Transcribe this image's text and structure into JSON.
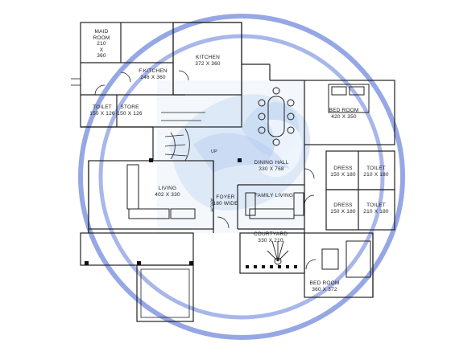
{
  "watermark": {
    "color": "#3f5fd0",
    "fill": "#cfe0f5"
  },
  "rooms": {
    "maid_room": {
      "name": "MAID",
      "name2": "ROOM",
      "dim1": "210",
      "dim2": "X",
      "dim3": "360"
    },
    "work_kitchen": {
      "name": "F.KITCHEN",
      "dims": "246 X 360"
    },
    "kitchen": {
      "name": "KITCHEN",
      "dims": "372 X 360"
    },
    "toilet_1": {
      "name": "TOILET",
      "dims": "150 X 126"
    },
    "store": {
      "name": "STORE",
      "dims": "150 X 126"
    },
    "bedroom_1": {
      "name": "BED ROOM",
      "dims": "420 X 350"
    },
    "dining_hall": {
      "name": "DINING HALL",
      "dims": "330 X 768"
    },
    "dress_1": {
      "name": "DRESS",
      "dims": "150 X 180"
    },
    "toilet_2": {
      "name": "TOILET",
      "dims": "210 X 180"
    },
    "living": {
      "name": "LIVING",
      "dims": "402 X 330"
    },
    "foyer": {
      "name": "FOYER",
      "dims": "180 WIDE"
    },
    "family_living": {
      "name": "FAMILY LIVING"
    },
    "dress_2": {
      "name": "DRESS",
      "dims": "150 X 180"
    },
    "toilet_3": {
      "name": "TOILET",
      "dims": "210 X 180"
    },
    "courtyard": {
      "name": "COURTYARD",
      "dims": "330 X 210"
    },
    "bedroom_2": {
      "name": "BED ROOM",
      "dims": "360 X 372"
    }
  },
  "markers": {
    "up": "UP",
    "arch": "ARCH"
  }
}
